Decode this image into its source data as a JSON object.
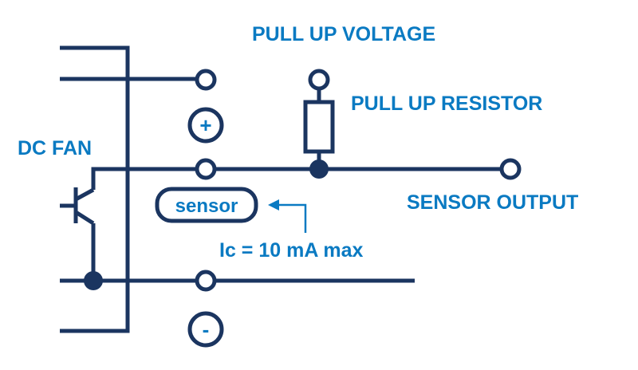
{
  "labels": {
    "pull_up_voltage": "PULL UP VOLTAGE",
    "pull_up_resistor": "PULL UP RESISTOR",
    "dc_fan": "DC FAN",
    "sensor_output": "SENSOR OUTPUT",
    "sensor": "sensor",
    "current_limit": "Ic = 10 mA max",
    "plus": "+",
    "minus": "-"
  },
  "colors": {
    "wire": "#1b3560",
    "label": "#0a7ac2"
  }
}
